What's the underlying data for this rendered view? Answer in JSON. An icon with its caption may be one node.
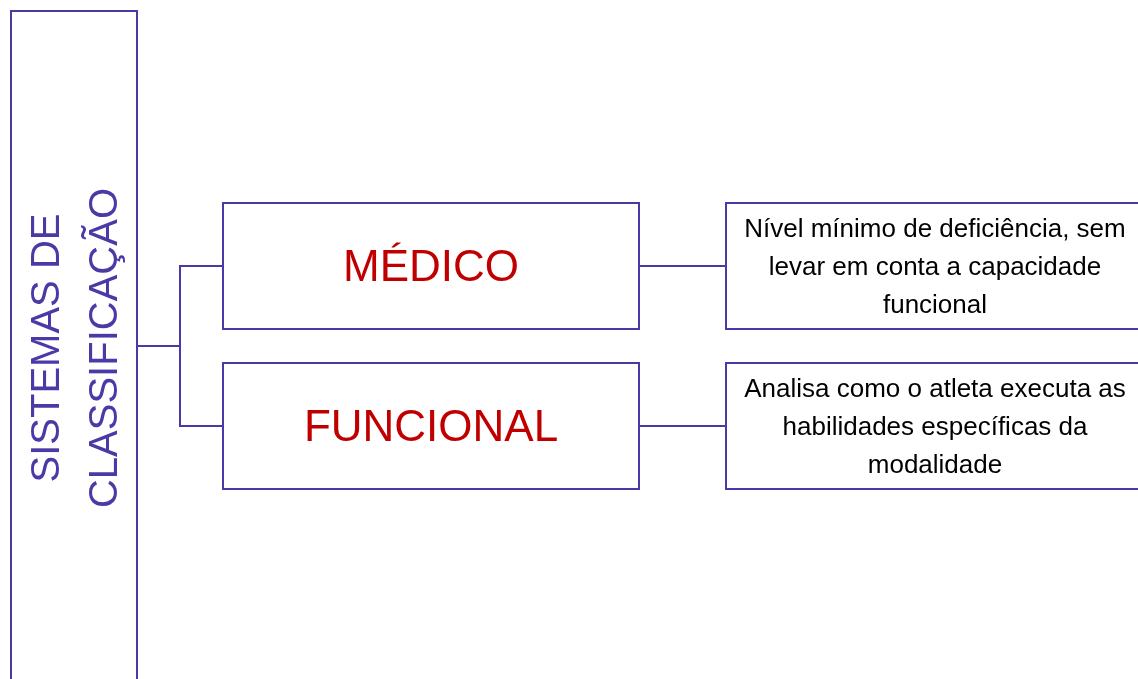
{
  "diagram": {
    "nodes": [
      {
        "text": [
          "SISTEMAS DE CLASSIFICAÇÃO"
        ]
      },
      {
        "text": [
          "MÉDICO"
        ]
      },
      {
        "text": [
          "FUNCIONAL"
        ]
      },
      {
        "text": [
          "Nível mínimo de deficiência, sem levar em conta a capacidade funcional"
        ]
      },
      {
        "text": [
          "Analisa como o atleta executa as habilidades específicas da modalidade"
        ]
      }
    ],
    "edges": [
      {
        "from": 0,
        "to": 1,
        "arrow": "none"
      },
      {
        "from": 0,
        "to": 2,
        "arrow": "none"
      },
      {
        "from": 1,
        "to": 3,
        "arrow": "none"
      },
      {
        "from": 2,
        "to": 4,
        "arrow": "none"
      }
    ]
  }
}
